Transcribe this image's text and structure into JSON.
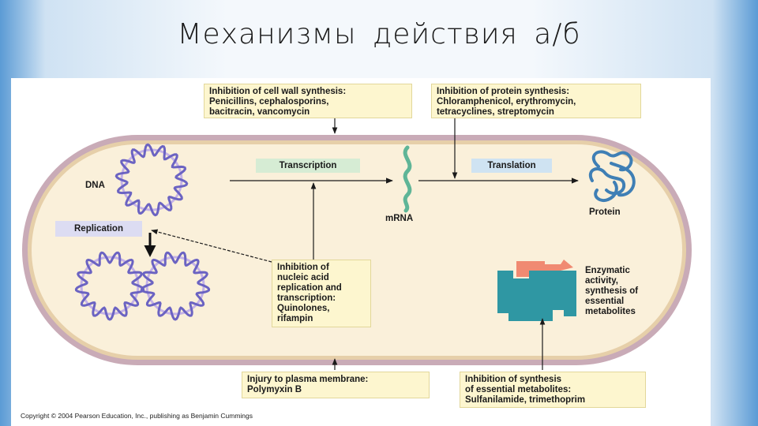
{
  "slide": {
    "title": "Механизмы  действия  а/б"
  },
  "figure": {
    "boxes": {
      "cell_wall": [
        "Inhibition of cell wall synthesis:",
        "Penicillins, cephalosporins,",
        "bacitracin, vancomycin"
      ],
      "protein": [
        "Inhibition of protein synthesis:",
        "Chloramphenicol, erythromycin,",
        "tetracyclines, streptomycin"
      ],
      "nucleic": [
        "Inhibition of",
        "nucleic acid",
        "replication and",
        "transcription:",
        "Quinolones,",
        "rifampin"
      ],
      "membrane": [
        "Injury to plasma membrane:",
        "Polymyxin B"
      ],
      "metabolites": [
        "Inhibition of synthesis",
        "of essential metabolites:",
        "Sulfanilamide, trimethoprim"
      ]
    },
    "processes": {
      "transcription": "Transcription",
      "translation": "Translation",
      "replication": "Replication"
    },
    "labels": {
      "dna": "DNA",
      "mrna": "mRNA",
      "protein": "Protein",
      "enzymatic": [
        "Enzymatic",
        "activity,",
        "synthesis of",
        "essential",
        "metabolites"
      ]
    },
    "copyright": "Copyright © 2004 Pearson Education, Inc., publishing as Benjamin Cummings"
  },
  "colors": {
    "cell_fill": "#faf0da",
    "cell_wall": "#c7a8b4",
    "box_fill": "#fdf6cf",
    "dna_blue": "#6b63c2",
    "dna_lavender": "#c4b2e6",
    "mrna_green": "#5fb597",
    "protein_blue": "#3f7fb5",
    "enzyme_teal": "#2f97a3",
    "substrate_salmon": "#f08a72"
  }
}
